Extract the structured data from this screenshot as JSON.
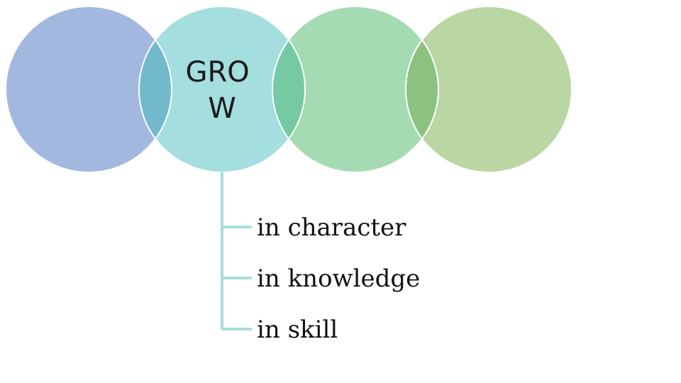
{
  "diagram": {
    "circles": [
      {
        "name": "circle-1",
        "label_lines": [],
        "color": "#a2b8df"
      },
      {
        "name": "circle-2",
        "label_lines": [
          "GRO",
          "W"
        ],
        "color": "#a4dede"
      },
      {
        "name": "circle-3",
        "label_lines": [],
        "color": "#a4dbb2"
      },
      {
        "name": "circle-4",
        "label_lines": [],
        "color": "#b9d6a3"
      }
    ],
    "overlap_colors": [
      "#72b9cc",
      "#75c9a3",
      "#8cc280"
    ],
    "connector_color": "#a4dede",
    "items": [
      {
        "text": "in character"
      },
      {
        "text": "in knowledge"
      },
      {
        "text": "in skill"
      }
    ]
  }
}
